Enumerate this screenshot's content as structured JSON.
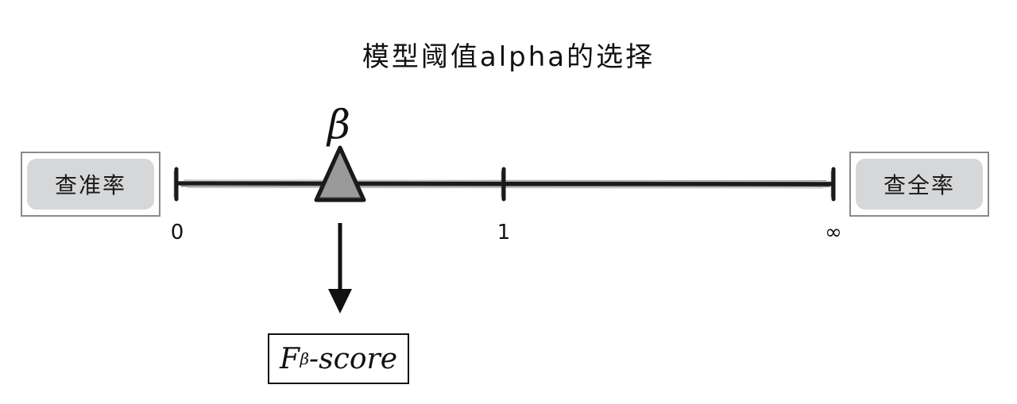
{
  "diagram": {
    "title": "模型阈值alpha的选择",
    "left_box": {
      "label": "查准率"
    },
    "right_box": {
      "label": "查全率"
    },
    "axis": {
      "ticks": [
        {
          "label": "0"
        },
        {
          "label": "1"
        },
        {
          "label": "∞"
        }
      ]
    },
    "marker": {
      "label": "β",
      "icon": "triangle-marker-icon",
      "fill_color": "#9a9a9a",
      "stroke_color": "#1a1a1a"
    },
    "output": {
      "main": "F",
      "subscript": "β",
      "suffix": "-score"
    },
    "arrow_icon": "arrow-down-icon"
  }
}
